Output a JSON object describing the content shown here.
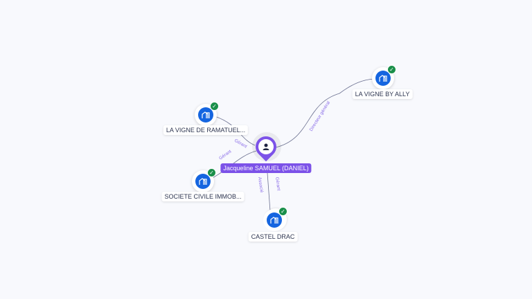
{
  "center": {
    "name": "Jacqueline SAMUEL (DANIEL)",
    "icon": "person-icon",
    "color": "#7c52e8"
  },
  "nodes": [
    {
      "name": "LA VIGNE BY ALLY",
      "icon": "company-icon",
      "verified": true,
      "relation": "Directeur général"
    },
    {
      "name": "LA VIGNE DE RAMATUEL...",
      "icon": "company-icon",
      "verified": true,
      "relation": "Gérant"
    },
    {
      "name": "SOCIETE CIVILE IMMOB...",
      "icon": "company-icon",
      "verified": true,
      "relation": "Gérant"
    },
    {
      "name": "CASTEL DRAC",
      "icon": "company-icon",
      "verified": true,
      "relation": "Gérant",
      "relation2": "Associé"
    }
  ],
  "colors": {
    "company": "#1565e0",
    "verified": "#1a8f4a",
    "edge_label": "#8b6ee8"
  }
}
